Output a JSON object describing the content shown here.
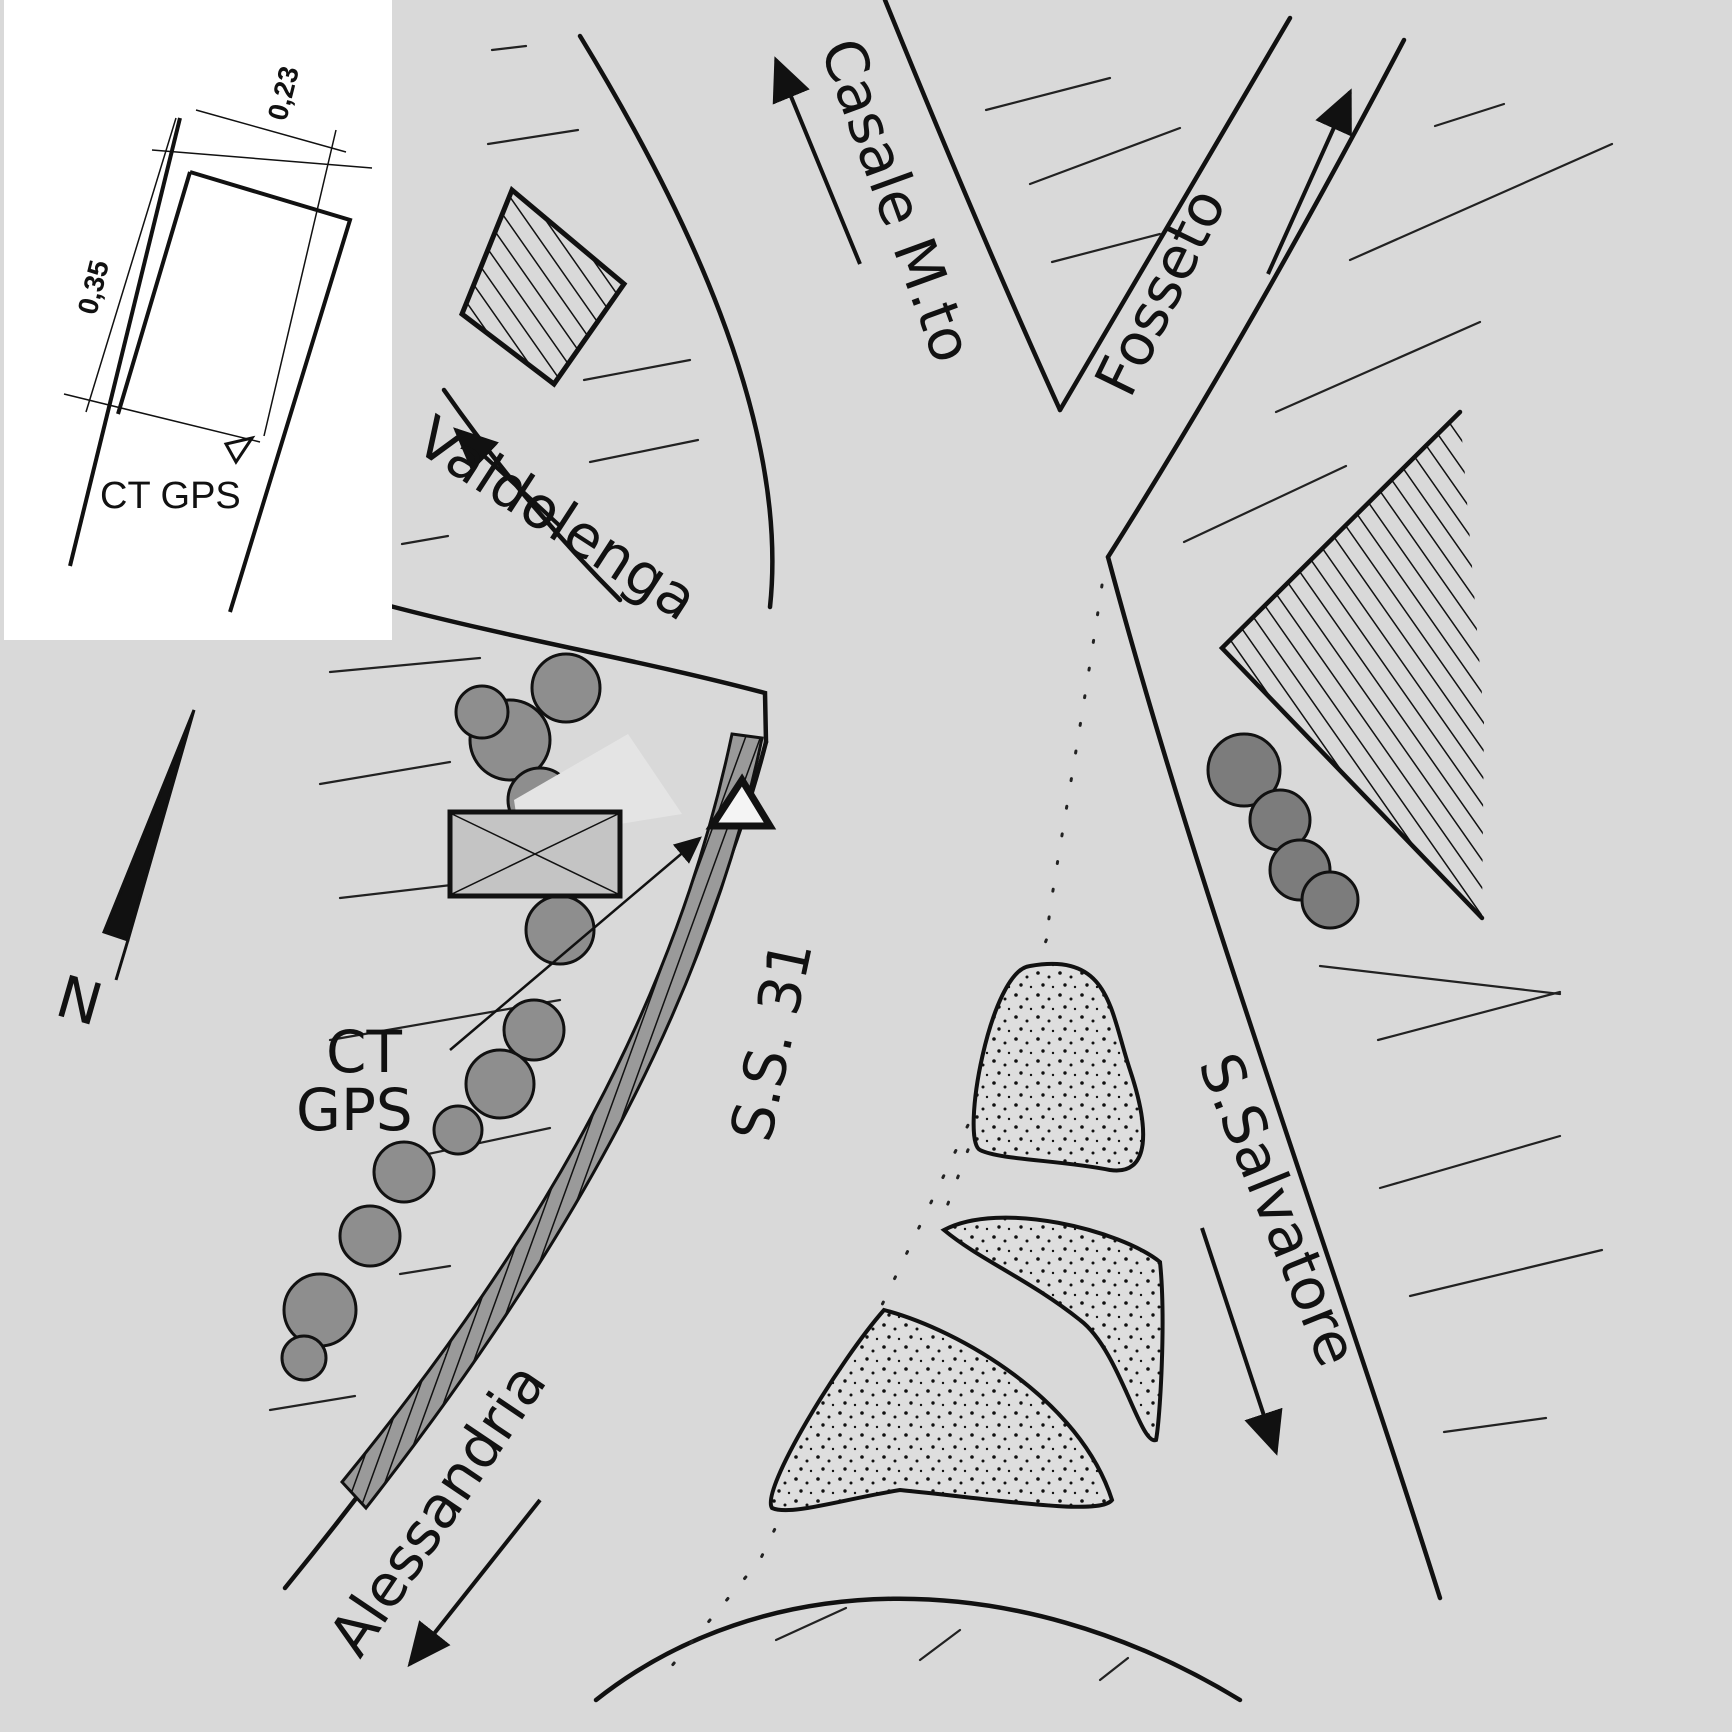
{
  "roads": {
    "casale": "Casale M.to",
    "fosseto": "Fosseto",
    "valdolenga": "Valdolenga",
    "ss31": "S.S. 31",
    "salvatore": "S.Salvatore",
    "alessandria": "Alessandria"
  },
  "markers": {
    "station": "CT\nGPS",
    "north": "N"
  },
  "inset": {
    "dim_width": "0,23",
    "dim_length": "0,35",
    "label": "CT GPS"
  },
  "colors": {
    "background": "#d9d9d9",
    "ink": "#111111",
    "inset_bg": "#ffffff",
    "building_fill": "#c4c4c4",
    "shade": "#8a8a8a"
  }
}
